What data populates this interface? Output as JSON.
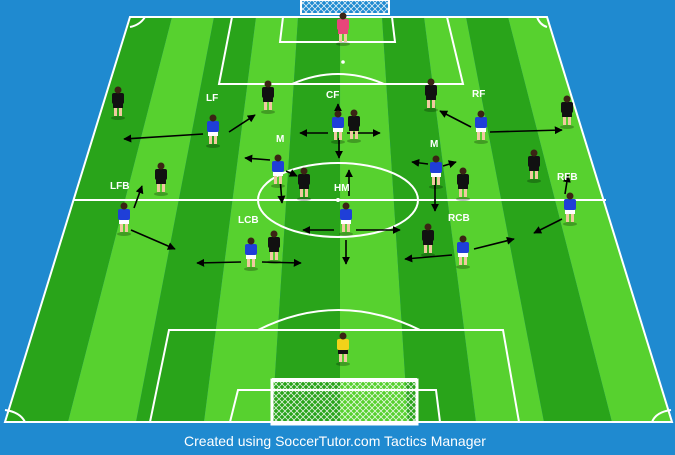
{
  "footer": {
    "text": "Created using SoccerTutor.com Tactics Manager"
  },
  "colors": {
    "background": "#1f8ad0",
    "grass_light": "#57d12f",
    "grass_dark": "#29a41a",
    "lines": "#ffffff",
    "team_blue_shirt": "#1f3fd8",
    "team_blue_shorts": "#ffffff",
    "team_black_kit": "#111111",
    "goalkeeper_top_kit": "#e8457a",
    "goalkeeper_bottom_kit": "#f2d21a",
    "arrow": "#000000"
  },
  "labels": {
    "lf": "LF",
    "cf": "CF",
    "rf": "RF",
    "m_left": "M",
    "m_right": "M",
    "lfb": "LFB",
    "rfb": "RFB",
    "hm": "HM",
    "lcb": "LCB",
    "rcb": "RCB"
  },
  "icons": {
    "goal_top": "goal-net-icon",
    "goal_bottom": "goal-net-icon",
    "player": "player-figure-icon"
  }
}
